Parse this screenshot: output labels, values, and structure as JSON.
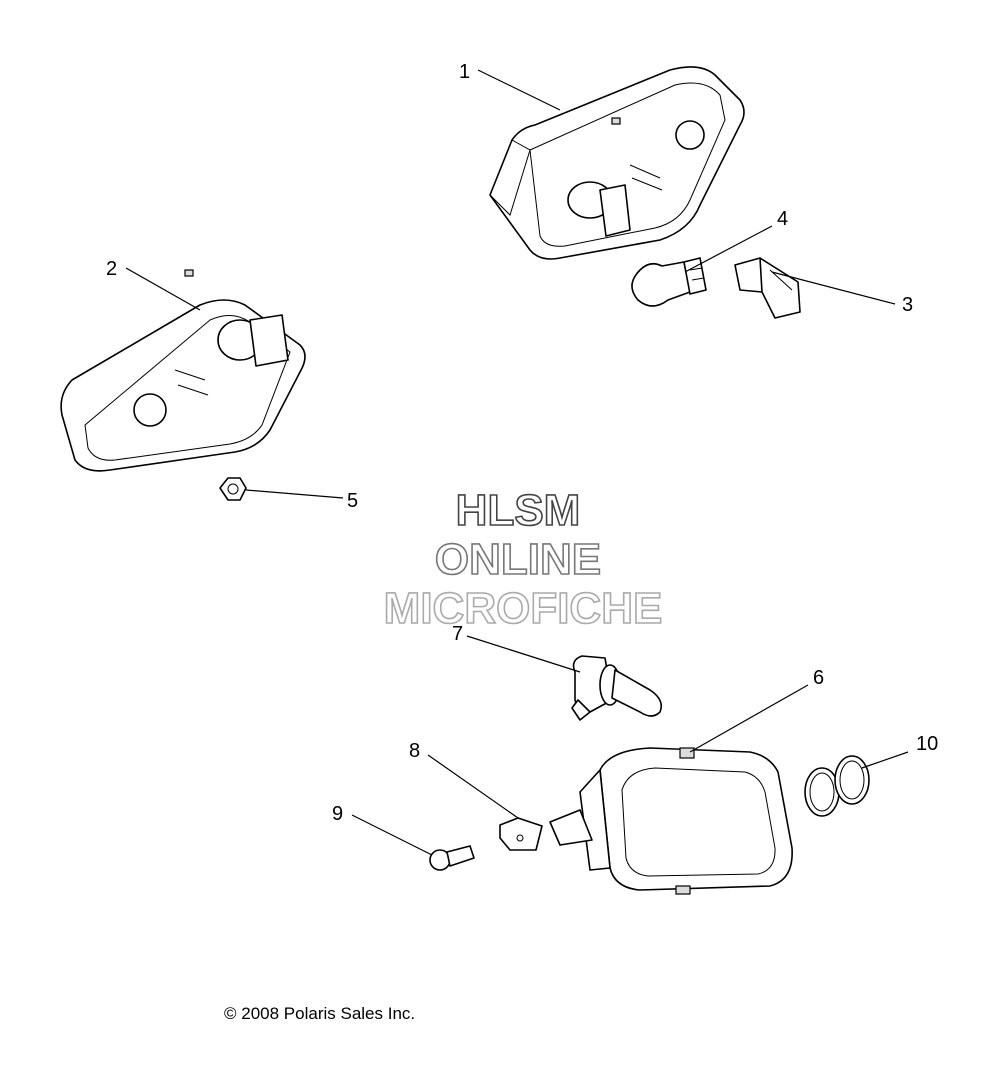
{
  "callouts": [
    "1",
    "2",
    "3",
    "4",
    "5",
    "6",
    "7",
    "8",
    "9",
    "10"
  ],
  "watermark": {
    "line1": "HLSM",
    "line2": "ONLINE",
    "line3": "MICROFICHE"
  },
  "copyright": "© 2008 Polaris Sales Inc."
}
